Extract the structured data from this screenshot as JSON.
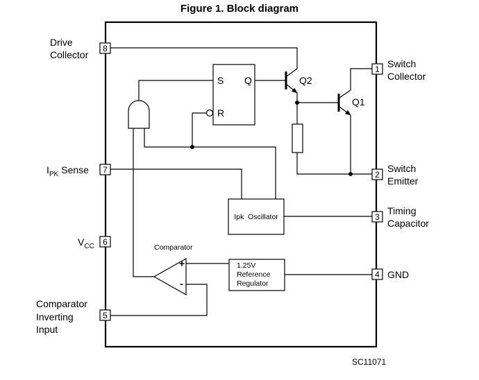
{
  "title": "Figure 1. Block diagram",
  "pins": {
    "p8": {
      "num": "8",
      "label": [
        "Drive",
        "Collector"
      ]
    },
    "p7": {
      "num": "7",
      "label_main": "I",
      "label_sub": "PK",
      "label_rest": "Sense"
    },
    "p6": {
      "num": "6",
      "label_main": "V",
      "label_sub": "CC"
    },
    "p5": {
      "num": "5",
      "label": [
        "Comparator",
        "Inverting",
        "Input"
      ]
    },
    "p1": {
      "num": "1",
      "label": [
        "Switch",
        "Collector"
      ]
    },
    "p2": {
      "num": "2",
      "label": [
        "Switch",
        "Emitter"
      ]
    },
    "p3": {
      "num": "3",
      "label": [
        "Timing",
        "Capacitor"
      ]
    },
    "p4": {
      "num": "4",
      "label": [
        "GND"
      ]
    }
  },
  "blocks": {
    "flipflop": {
      "s": "S",
      "r": "R",
      "q": "Q"
    },
    "oscillator": "Ipk  Oscillator",
    "reference": [
      "1.25V",
      "Reference",
      "Regulator"
    ],
    "comparator": {
      "label": "Comparator",
      "plus": "+",
      "minus": "-"
    }
  },
  "transistors": {
    "q1": "Q1",
    "q2": "Q2"
  },
  "code": "SC11071"
}
